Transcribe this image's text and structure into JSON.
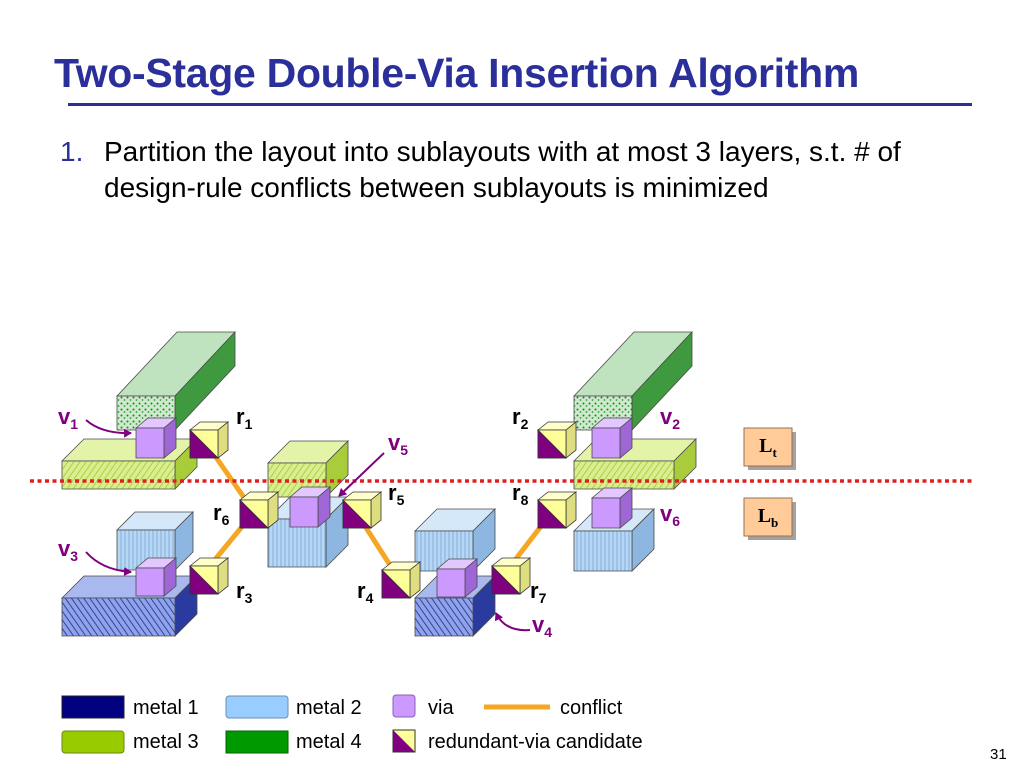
{
  "slide": {
    "title": "Two-Stage Double-Via Insertion Algorithm",
    "bullet_number": "1.",
    "bullet_text": "Partition the layout into sublayouts with at most 3 layers, s.t. # of design-rule conflicts between sublayouts is minimized",
    "slide_number": "31"
  },
  "diagram": {
    "via_labels": [
      {
        "base": "v",
        "sub": "1"
      },
      {
        "base": "v",
        "sub": "2"
      },
      {
        "base": "v",
        "sub": "3"
      },
      {
        "base": "v",
        "sub": "4"
      },
      {
        "base": "v",
        "sub": "5"
      },
      {
        "base": "v",
        "sub": "6"
      }
    ],
    "candidate_labels": [
      {
        "base": "r",
        "sub": "1"
      },
      {
        "base": "r",
        "sub": "2"
      },
      {
        "base": "r",
        "sub": "3"
      },
      {
        "base": "r",
        "sub": "4"
      },
      {
        "base": "r",
        "sub": "5"
      },
      {
        "base": "r",
        "sub": "6"
      },
      {
        "base": "r",
        "sub": "7"
      },
      {
        "base": "r",
        "sub": "8"
      }
    ],
    "sublayout_labels": [
      {
        "base": "L",
        "sub": "t"
      },
      {
        "base": "L",
        "sub": "b"
      }
    ]
  },
  "legend": [
    {
      "label": "metal 1",
      "color": "#000080"
    },
    {
      "label": "metal 2",
      "color": "#99ccff"
    },
    {
      "label": "via",
      "color": "#cc99ff"
    },
    {
      "label": "conflict",
      "color": "#f5a623"
    },
    {
      "label": "metal 3",
      "color": "#99cc00"
    },
    {
      "label": "metal 4",
      "color": "#009900"
    },
    {
      "label": "redundant-via candidate",
      "color": "#800080"
    }
  ],
  "colors": {
    "title": "#2b2f9a",
    "label": "#800080",
    "partition_line": "#e02020",
    "box_fill": "#ffcc99"
  }
}
